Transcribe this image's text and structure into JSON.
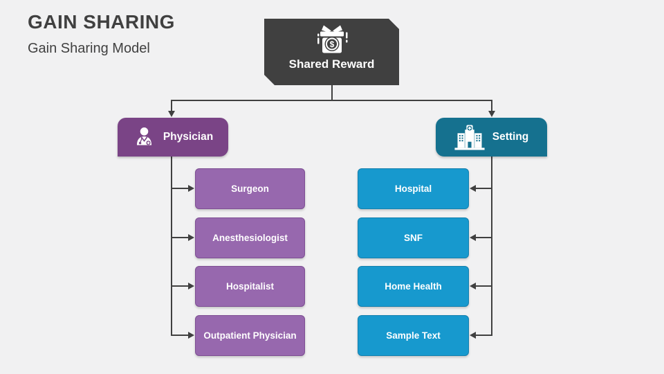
{
  "slide": {
    "title": "GAIN SHARING",
    "subtitle": "Gain Sharing Model"
  },
  "colors": {
    "background": "#F1F1F2",
    "ink": "#404040",
    "purple_header": "#7A4486",
    "purple_child": "#9768AE",
    "purple_child_border": "#7E4F93",
    "teal_header": "#15718F",
    "blue_child": "#1799CE",
    "blue_child_border": "#1480AE",
    "text_on_dark": "#FFFFFF"
  },
  "diagram": {
    "root": {
      "label": "Shared Reward",
      "icon": "gift-dollar-icon"
    },
    "branches": [
      {
        "label": "Physician",
        "icon": "doctor-icon",
        "children": [
          "Surgeon",
          "Anesthesiologist",
          "Hospitalist",
          "Outpatient Physician"
        ]
      },
      {
        "label": "Setting",
        "icon": "hospital-icon",
        "children": [
          "Hospital",
          "SNF",
          "Home Health",
          "Sample Text"
        ]
      }
    ]
  }
}
